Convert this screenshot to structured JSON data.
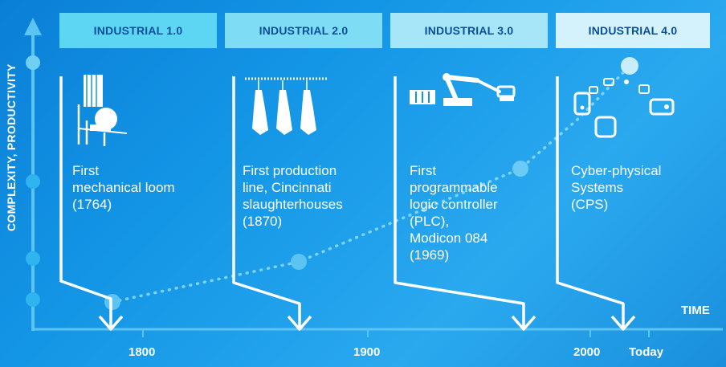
{
  "eras": [
    {
      "label": "INDUSTRIAL 1.0",
      "description": [
        "First",
        "mechanical loom",
        "(1764)"
      ],
      "color": "#5dd6f4"
    },
    {
      "label": "INDUSTRIAL 2.0",
      "description": [
        "First production",
        "line, Cincinnati",
        "slaughterhouses",
        "(1870)"
      ],
      "color": "#7fdcf5"
    },
    {
      "label": "INDUSTRIAL 3.0",
      "description": [
        "First",
        "programmable",
        "logic controller",
        "(PLC),",
        "Modicon 084",
        "(1969)"
      ],
      "color": "#a6e6f8"
    },
    {
      "label": "INDUSTRIAL 4.0",
      "description": [
        "Cyber-physical",
        "Systems",
        "(CPS)"
      ],
      "color": "#d4f2fb"
    }
  ],
  "axis": {
    "y_label": "COMPLEXITY, PRODUCTIVITY",
    "x_label": "TIME",
    "ticks": [
      "1800",
      "1900",
      "2000",
      "Today"
    ]
  },
  "colors": {
    "accent": "#5cc4f2",
    "line": "#ffffff"
  },
  "icons": [
    "loom-icon",
    "slaughterhouse-line-icon",
    "robot-arm-icon",
    "cyber-physical-systems-icon"
  ]
}
